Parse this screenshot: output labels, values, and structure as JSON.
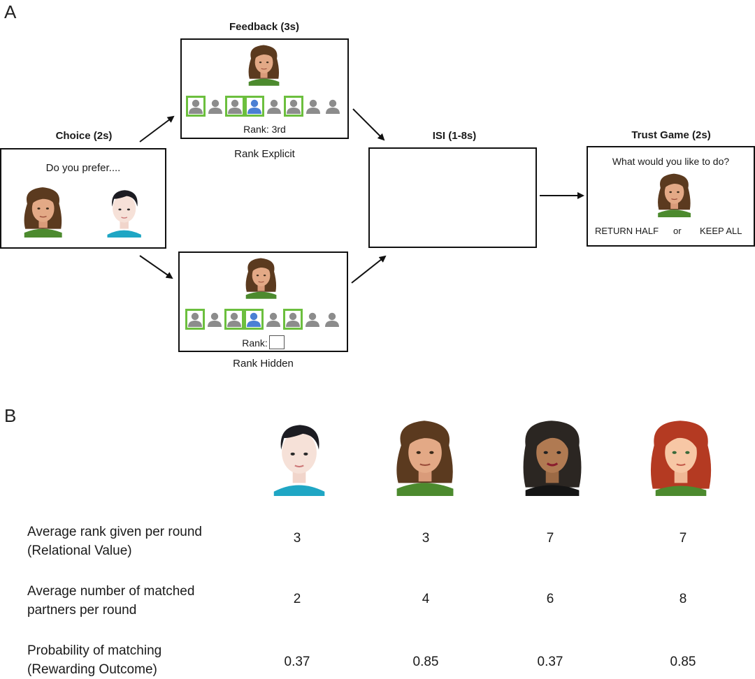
{
  "panel_a": {
    "letter": "A",
    "choice": {
      "title": "Choice (2s)",
      "prompt": "Do you prefer....",
      "faces": [
        "brunette-face-icon",
        "short-hair-face-icon"
      ]
    },
    "feedback": {
      "title": "Feedback (3s)",
      "rank_text": "Rank: 3rd",
      "caption": "Rank Explicit"
    },
    "hidden": {
      "rank_label": "Rank:",
      "caption": "Rank Hidden"
    },
    "isi": {
      "title": "ISI (1-8s)"
    },
    "trust": {
      "title": "Trust Game (2s)",
      "question": "What would you like to do?",
      "option_1": "RETURN HALF",
      "or_text": "or",
      "option_2": "KEEP ALL"
    },
    "rank_icons": [
      {
        "highlight": true,
        "color": "#8c8c8c"
      },
      {
        "highlight": false,
        "color": "#8c8c8c"
      },
      {
        "highlight": true,
        "color": "#8c8c8c"
      },
      {
        "highlight": true,
        "color": "#4a7fd4"
      },
      {
        "highlight": false,
        "color": "#8c8c8c"
      },
      {
        "highlight": true,
        "color": "#8c8c8c"
      },
      {
        "highlight": false,
        "color": "#8c8c8c"
      },
      {
        "highlight": false,
        "color": "#8c8c8c"
      }
    ]
  },
  "panel_b": {
    "letter": "B",
    "faces": [
      "short-hair-face-icon",
      "brunette-face-icon",
      "dark-hair-face-icon",
      "redhead-face-icon"
    ],
    "rows": [
      {
        "label_1": "Average rank given per round",
        "label_2": "(Relational Value)",
        "values": [
          "3",
          "3",
          "7",
          "7"
        ]
      },
      {
        "label_1": "Average number of matched",
        "label_2": "partners per round",
        "values": [
          "2",
          "4",
          "6",
          "8"
        ]
      },
      {
        "label_1": "Probability of matching",
        "label_2": "(Rewarding Outcome)",
        "values": [
          "0.37",
          "0.85",
          "0.37",
          "0.85"
        ]
      }
    ]
  },
  "colors": {
    "highlight": "#6cbf3e",
    "self_icon": "#4a7fd4",
    "other_icon": "#8c8c8c",
    "shirt_green": "#4c8a2e",
    "shirt_cyan": "#1fa6c4"
  }
}
